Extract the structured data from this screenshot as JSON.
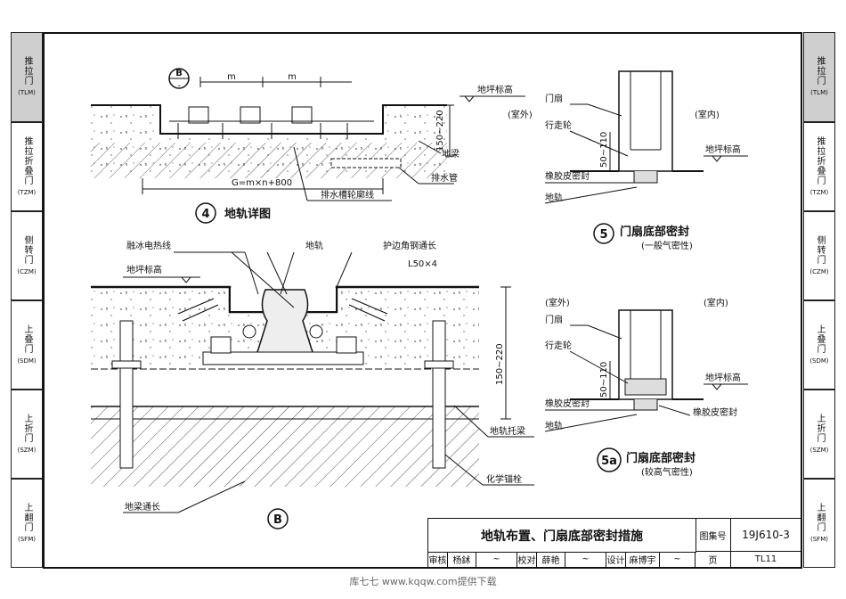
{
  "side_tabs_left": [
    {
      "name": "推拉门",
      "code": "(TLM)",
      "active": true
    },
    {
      "name": "推拉折叠门",
      "code": "(TZM)",
      "active": false
    },
    {
      "name": "侧转门",
      "code": "(CZM)",
      "active": false
    },
    {
      "name": "上叠门",
      "code": "(SDM)",
      "active": false
    },
    {
      "name": "上折门",
      "code": "(SZM)",
      "active": false
    },
    {
      "name": "上翻门",
      "code": "(SFM)",
      "active": false
    }
  ],
  "side_tabs_right": [
    {
      "name": "推拉门",
      "code": "(TLM)",
      "active": true
    },
    {
      "name": "推拉折叠门",
      "code": "(TZM)",
      "active": false
    },
    {
      "name": "侧转门",
      "code": "(CZM)",
      "active": false
    },
    {
      "name": "上叠门",
      "code": "(SDM)",
      "active": false
    },
    {
      "name": "上折门",
      "code": "(SZM)",
      "active": false
    },
    {
      "name": "上翻门",
      "code": "(SFM)",
      "active": false
    }
  ],
  "detail4": {
    "marker": "B",
    "dim_m1": "m",
    "dim_m2": "m",
    "floor_level": "地坪标高",
    "depth_dim": "150~220",
    "beam": "地梁",
    "drain_pipe": "排水管",
    "total_dim": "G=m×n+800",
    "drain_slot": "排水槽轮廓线",
    "num": "4",
    "title": "地轨详图"
  },
  "detailB": {
    "heating_wire": "融冰电热线",
    "rail": "地轨",
    "angle_steel": "护边角钢通长",
    "angle_spec": "L50×4",
    "floor_level": "地坪标高",
    "depth_dim": "150~220",
    "rail_bracket": "地轨托梁",
    "chem_anchor": "化学锚栓",
    "beam_long": "地梁通长",
    "num": "B"
  },
  "detail5": {
    "outside": "(室外)",
    "inside": "(室内)",
    "door_leaf": "门扇",
    "wheel": "行走轮",
    "floor_level": "地坪标高",
    "dim": "50~110",
    "rubber_seal": "橡胶皮密封",
    "rail": "地轨",
    "num": "5",
    "title": "门扇底部密封",
    "subtitle": "(一般气密性)"
  },
  "detail5a": {
    "outside": "(室外)",
    "inside": "(室内)",
    "door_leaf": "门扇",
    "wheel": "行走轮",
    "floor_level": "地坪标高",
    "dim": "50~110",
    "rubber_seal_left": "橡胶皮密封",
    "rubber_seal_right": "橡胶皮密封",
    "rail": "地轨",
    "num": "5a",
    "title": "门扇底部密封",
    "subtitle": "(较高气密性)"
  },
  "title_block": {
    "title": "地轨布置、门扇底部密封措施",
    "atlas_label": "图集号",
    "atlas_no": "19J610-3",
    "review": "审核",
    "reviewer": "杨鉥",
    "check": "校对",
    "checker": "薛艳",
    "design": "设计",
    "designer": "麻博宇",
    "page_label": "页",
    "page_no": "TL11"
  },
  "footer": "库七七 www.kqqw.com提供下载"
}
